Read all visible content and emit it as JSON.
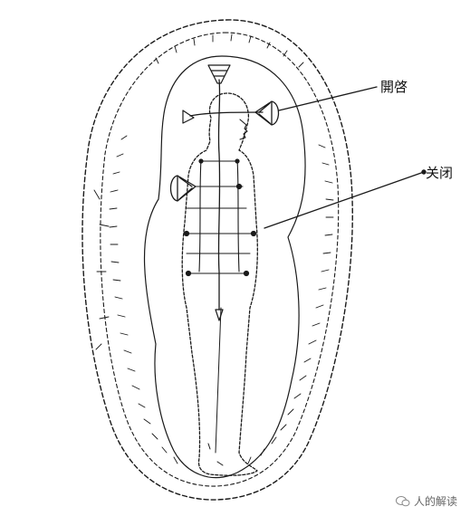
{
  "labels": {
    "open": "開啓",
    "closed": "关闭"
  },
  "watermark": {
    "text": "人的解读",
    "icon": "chat-bubble-icon"
  },
  "colors": {
    "ink": "#1a1a1a",
    "background": "#ffffff"
  }
}
